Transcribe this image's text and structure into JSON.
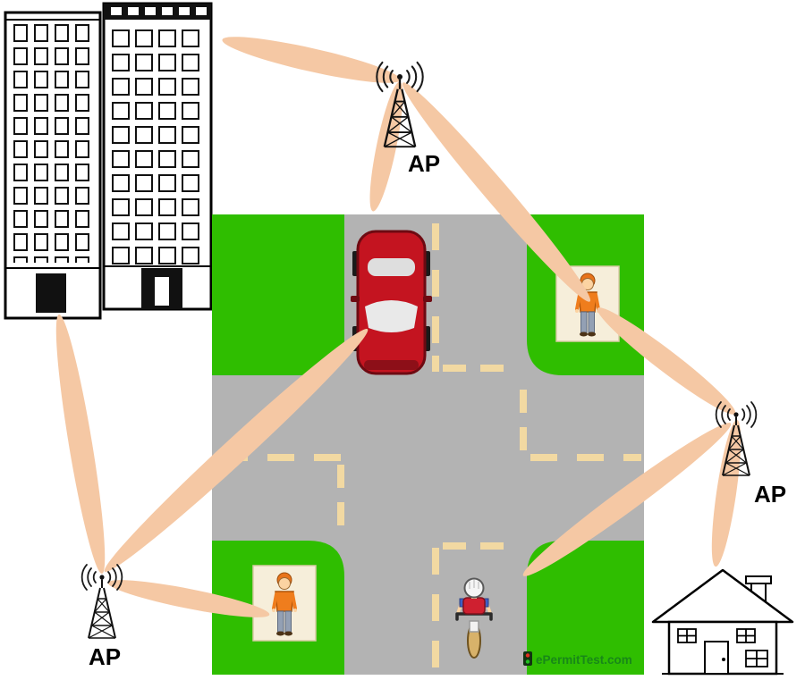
{
  "labels": {
    "ap_top": "AP",
    "ap_right": "AP",
    "ap_left": "AP"
  },
  "watermark": {
    "text": "ePermitTest.com"
  },
  "icons": {
    "ap_tower": "radio-tower-icon",
    "radio_waves": "radio-waves-icon",
    "watermark_icon": "traffic-light-icon"
  },
  "colors": {
    "signal_beam": "#f5c8a4",
    "grass": "#2fbe00",
    "road": "#b3b3b3",
    "lane_dash": "#f2d9a2",
    "car_body": "#c41420",
    "watermark_text": "#188818"
  }
}
